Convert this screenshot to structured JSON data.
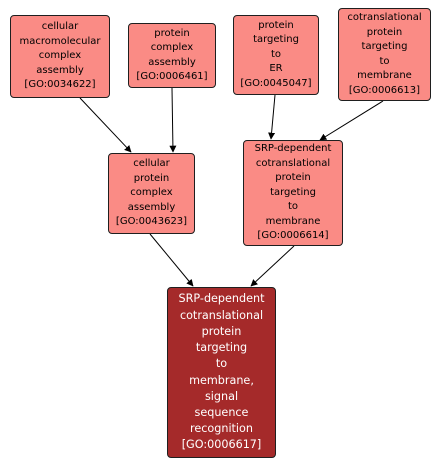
{
  "colors": {
    "node_fill": "#fa8b85",
    "target_fill": "#a52a2a",
    "border": "#1f1f1f",
    "edge": "#000000"
  },
  "nodes": {
    "n1": {
      "label": "cellular\nmacromolecular\ncomplex\nassembly\n[GO:0034622]"
    },
    "n2": {
      "label": "protein\ncomplex\nassembly\n[GO:0006461]"
    },
    "n3": {
      "label": "protein\ntargeting\nto\nER\n[GO:0045047]"
    },
    "n4": {
      "label": "cotranslational\nprotein\ntargeting\nto\nmembrane\n[GO:0006613]"
    },
    "n5": {
      "label": "cellular\nprotein\ncomplex\nassembly\n[GO:0043623]"
    },
    "n6": {
      "label": "SRP-dependent\ncotranslational\nprotein\ntargeting\nto\nmembrane\n[GO:0006614]"
    },
    "n7": {
      "label": "SRP-dependent\ncotranslational\nprotein\ntargeting\nto\nmembrane,\nsignal\nsequence\nrecognition\n[GO:0006617]"
    }
  },
  "edges": [
    {
      "from": "n1",
      "to": "n5"
    },
    {
      "from": "n2",
      "to": "n5"
    },
    {
      "from": "n3",
      "to": "n6"
    },
    {
      "from": "n4",
      "to": "n6"
    },
    {
      "from": "n5",
      "to": "n7"
    },
    {
      "from": "n6",
      "to": "n7"
    }
  ]
}
